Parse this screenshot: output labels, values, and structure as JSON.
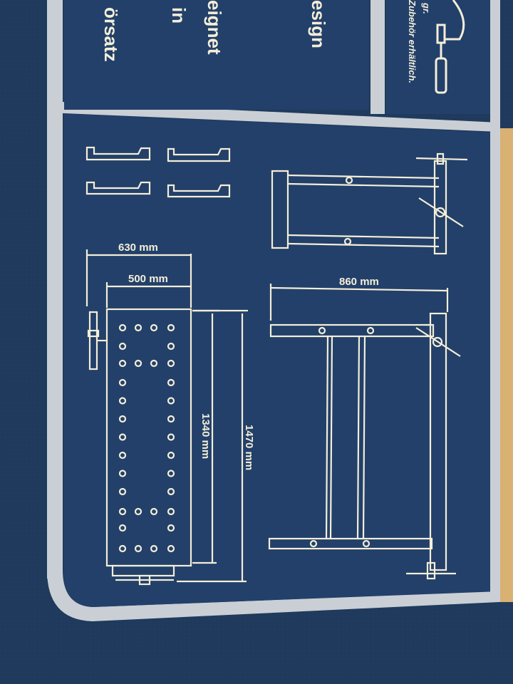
{
  "box_text": {
    "top_fragment_1": "esign",
    "top_fragment_2": "eignet",
    "top_fragment_3": "in",
    "top_fragment_4": "örsatz",
    "accessory_note_1": "gr.",
    "accessory_note_2": "Zubehör erhältlich."
  },
  "dimensions": {
    "outer_width": "630 mm",
    "inner_width": "500 mm",
    "inner_length": "1340 mm",
    "outer_length": "1470 mm",
    "height": "860 mm"
  },
  "colors": {
    "board_blue": "#1f3a5c",
    "panel_blue": "#22406a",
    "frame_grey": "#c9cfd5",
    "line_cream": "#f4eed8",
    "cardboard": "#d9b173"
  }
}
